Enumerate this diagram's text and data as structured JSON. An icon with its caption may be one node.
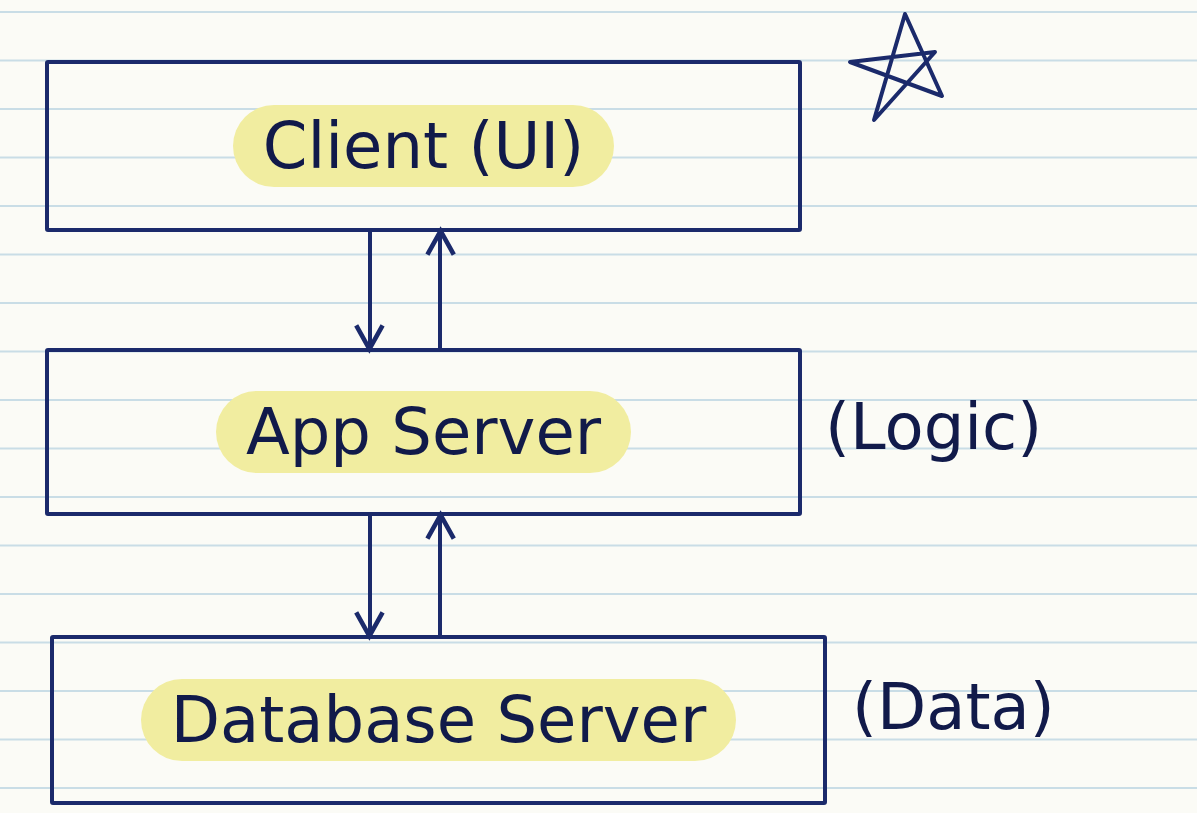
{
  "diagram": {
    "nodes": [
      {
        "text": [
          "Client (UI)"
        ]
      },
      {
        "text": [
          "App Server"
        ],
        "beside": [
          "(Logic)"
        ]
      },
      {
        "text": [
          "Database Server"
        ],
        "beside": [
          "(Data)"
        ]
      }
    ],
    "edges": [
      {
        "from": 0,
        "to": 1,
        "arrow": "to"
      },
      {
        "from": 1,
        "to": 0,
        "arrow": "to"
      },
      {
        "from": 1,
        "to": 2,
        "arrow": "to"
      },
      {
        "from": 2,
        "to": 1,
        "arrow": "to"
      }
    ]
  }
}
